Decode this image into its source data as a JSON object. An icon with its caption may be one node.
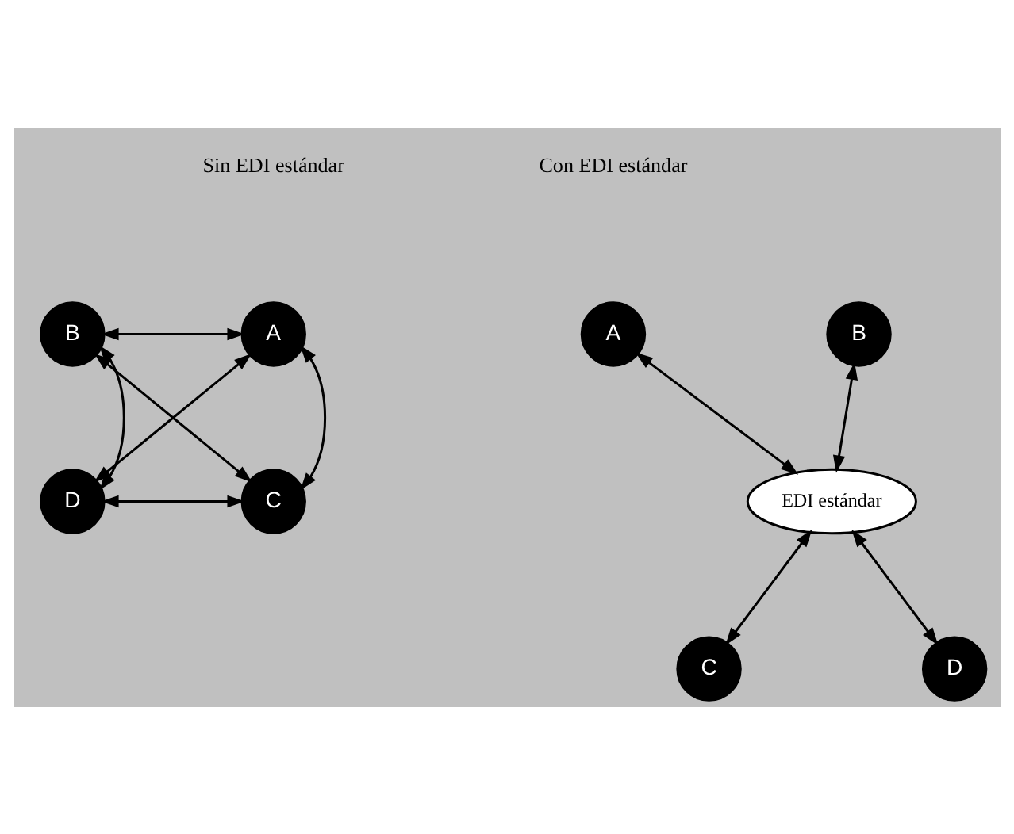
{
  "diagram": {
    "nodes": [
      {
        "text": [
          "A"
        ]
      },
      {
        "text": [
          "B"
        ]
      },
      {
        "text": [
          "C"
        ]
      },
      {
        "text": [
          "D"
        ]
      },
      {
        "text": [
          "A"
        ]
      },
      {
        "text": [
          "B"
        ]
      },
      {
        "text": [
          "EDI estándar"
        ]
      },
      {
        "text": [
          "C"
        ]
      },
      {
        "text": [
          "D"
        ]
      }
    ],
    "edges": [
      {
        "from": 0,
        "to": 1,
        "arrow": "both"
      },
      {
        "from": 0,
        "to": 2,
        "arrow": "both"
      },
      {
        "from": 0,
        "to": 3,
        "arrow": "both"
      },
      {
        "from": 1,
        "to": 2,
        "arrow": "both"
      },
      {
        "from": 1,
        "to": 3,
        "arrow": "both"
      },
      {
        "from": 2,
        "to": 3,
        "arrow": "both"
      },
      {
        "from": 4,
        "to": 6,
        "arrow": "both"
      },
      {
        "from": 5,
        "to": 6,
        "arrow": "both"
      },
      {
        "from": 6,
        "to": 7,
        "arrow": "both"
      },
      {
        "from": 6,
        "to": 8,
        "arrow": "both"
      }
    ],
    "labels": [
      "Sin EDI estándar",
      "Con EDI estándar"
    ]
  }
}
